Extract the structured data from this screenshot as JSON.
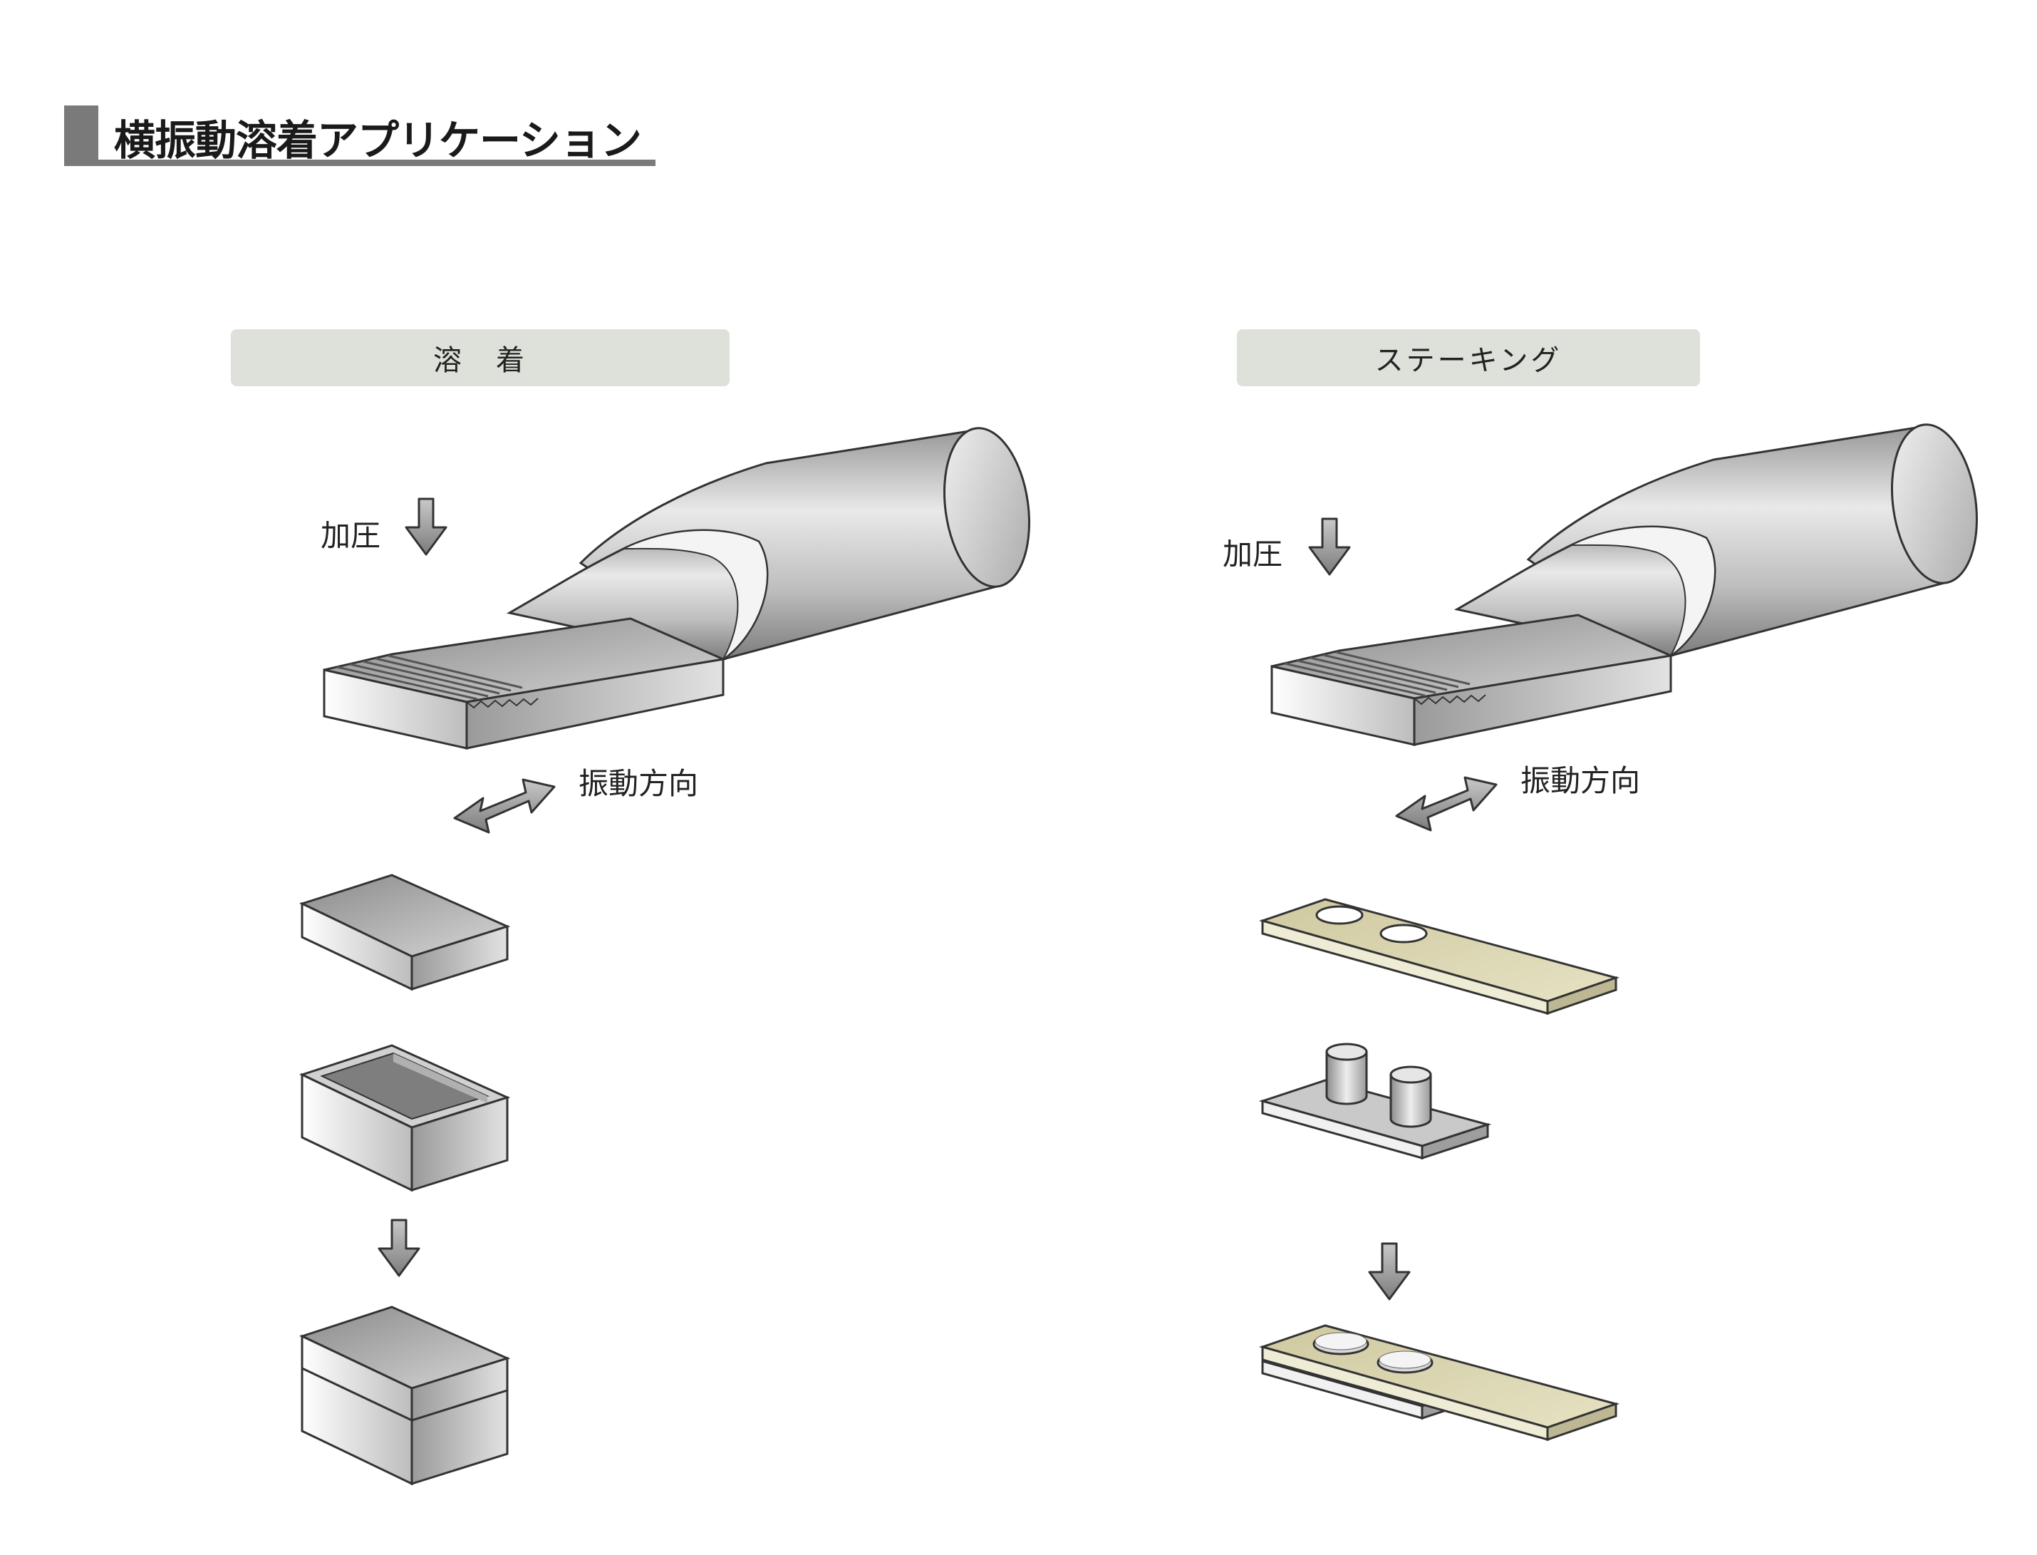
{
  "page": {
    "title": "横振動溶着アプリケーション"
  },
  "welding": {
    "header": "溶　着",
    "pressure_label": "加圧",
    "vibration_label": "振動方向"
  },
  "staking": {
    "header": "ステーキング",
    "pressure_label": "加圧",
    "vibration_label": "振動方向"
  },
  "colors": {
    "title_bar": "#7a7a7a",
    "section_header_bg": "#dde1da",
    "metal_light": "#e6e6e6",
    "metal_dark": "#8e8e8e",
    "plate_tan": "#ddd9b4",
    "arrow_fill": "#9a9a9a"
  }
}
